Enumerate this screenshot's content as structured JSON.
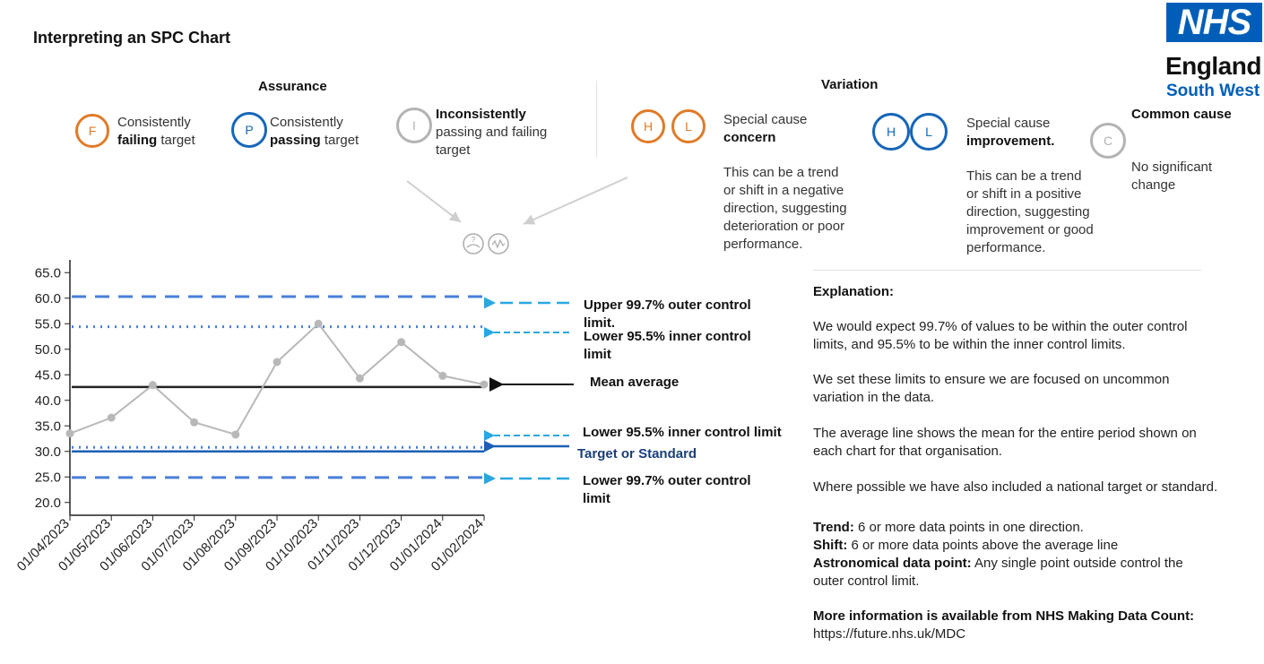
{
  "title": "Interpreting an SPC Chart",
  "logo": {
    "nhs": "NHS",
    "region_line1": "England",
    "region_line2": "South West"
  },
  "assurance": {
    "heading": "Assurance",
    "items": [
      {
        "letter": "F",
        "line1": "Consistently",
        "bold": "failing",
        "rest": " target"
      },
      {
        "letter": "P",
        "line1": "Consistently",
        "bold": "passing",
        "rest": " target"
      },
      {
        "letter": "I",
        "bold": "Inconsistently",
        "line2": "passing and failing",
        "line3": "target"
      }
    ]
  },
  "variation": {
    "heading": "Variation",
    "concern": {
      "letters": [
        "H",
        "L"
      ],
      "line1": "Special cause",
      "bold": "concern",
      "desc": [
        "This can be a trend",
        "or shift in a negative",
        "direction, suggesting",
        "deterioration or poor",
        "performance."
      ]
    },
    "improvement": {
      "letters": [
        "H",
        "L"
      ],
      "line1": "Special cause",
      "bold": "improvement.",
      "desc": [
        "This can be a trend",
        "or shift in a positive",
        "direction, suggesting",
        "improvement or good",
        "performance."
      ]
    },
    "common": {
      "letter": "C",
      "heading": "Common cause",
      "desc": [
        "No significant",
        "change"
      ]
    }
  },
  "explanation": {
    "heading": "Explanation:",
    "p1": [
      "We would expect 99.7% of values to be within the outer control",
      "limits, and 95.5% to be within the inner control limits."
    ],
    "p2": [
      "We set these limits to ensure we are focused on uncommon",
      "variation in the data."
    ],
    "p3": [
      "The average line shows the mean for the entire period shown on",
      "each chart for that organisation."
    ],
    "p4": "Where possible we have also included a national target or standard.",
    "trend_label": "Trend:",
    "trend_text": " 6 or more data points in one direction.",
    "shift_label": "Shift:",
    "shift_text": " 6 or more data points above the average line",
    "astro_label": "Astronomical data point:",
    "astro_text": " Any single point outside control the",
    "astro_text2": "outer control limit.",
    "more_info": "More information is available from NHS Making Data Count:",
    "url": "https://future.nhs.uk/MDC"
  },
  "limit_labels": {
    "upper_outer": [
      "Upper 99.7% outer control",
      "limit."
    ],
    "upper_inner": [
      "Lower 95.5% inner control",
      "limit"
    ],
    "mean": "Mean average",
    "lower_inner": "Lower 95.5% inner control limit",
    "target": "Target or Standard",
    "lower_outer": [
      "Lower 99.7% outer control",
      "limit"
    ]
  },
  "chart_data": {
    "type": "line",
    "x": [
      "01/04/2023",
      "01/05/2023",
      "01/06/2023",
      "01/07/2023",
      "01/08/2023",
      "01/09/2023",
      "01/10/2023",
      "01/11/2023",
      "01/12/2023",
      "01/01/2024",
      "01/02/2024"
    ],
    "y": [
      33.5,
      36.6,
      43.0,
      35.7,
      33.3,
      47.5,
      55.0,
      44.3,
      51.4,
      44.8,
      43.1
    ],
    "yticks": [
      20.0,
      25.0,
      30.0,
      35.0,
      40.0,
      45.0,
      50.0,
      55.0,
      60.0,
      65.0
    ],
    "ylim": [
      17.5,
      67.5
    ],
    "upper_outer_limit": 60.3,
    "upper_inner_limit": 54.4,
    "mean": 42.6,
    "lower_inner_limit": 30.8,
    "target": 30.0,
    "lower_outer_limit": 24.9,
    "colors": {
      "outer": "#4A7FD9",
      "inner": "#4A7FD9",
      "mean": "#222222",
      "target": "#1a5fb4",
      "series": "#b8b8b8",
      "arrow": "#29a8e0"
    }
  }
}
